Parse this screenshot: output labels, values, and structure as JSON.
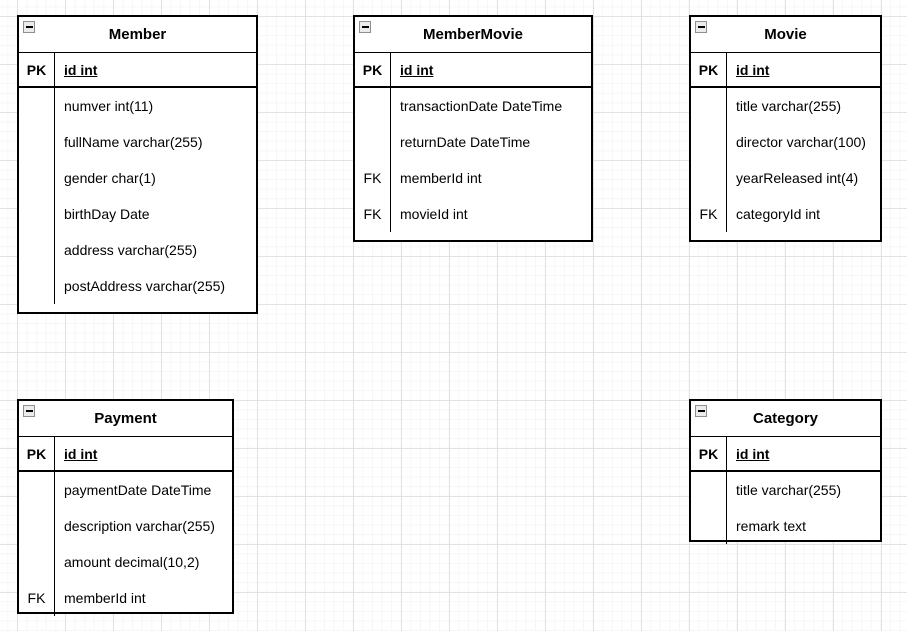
{
  "canvas": {
    "background_color": "#ffffff",
    "grid_minor_color": "#f6f6f6",
    "grid_major_color": "#e2e2e2",
    "border_color": "#000000",
    "text_color": "#000000"
  },
  "tables": [
    {
      "id": "member",
      "title": "Member",
      "pk": {
        "key": "PK",
        "field": "id int"
      },
      "rows": [
        {
          "key": "",
          "field": "numver int(11)"
        },
        {
          "key": "",
          "field": "fullName varchar(255)"
        },
        {
          "key": "",
          "field": "gender char(1)"
        },
        {
          "key": "",
          "field": "birthDay Date"
        },
        {
          "key": "",
          "field": "address varchar(255)"
        },
        {
          "key": "",
          "field": "postAddress varchar(255)"
        }
      ]
    },
    {
      "id": "member-movie",
      "title": "MemberMovie",
      "pk": {
        "key": "PK",
        "field": "id int"
      },
      "rows": [
        {
          "key": "",
          "field": "transactionDate DateTime"
        },
        {
          "key": "",
          "field": "returnDate DateTime"
        },
        {
          "key": "FK",
          "field": "memberId int"
        },
        {
          "key": "FK",
          "field": "movieId int"
        }
      ]
    },
    {
      "id": "movie",
      "title": "Movie",
      "pk": {
        "key": "PK",
        "field": "id int"
      },
      "rows": [
        {
          "key": "",
          "field": "title varchar(255)"
        },
        {
          "key": "",
          "field": "director varchar(100)"
        },
        {
          "key": "",
          "field": "yearReleased int(4)"
        },
        {
          "key": "FK",
          "field": "categoryId int"
        }
      ]
    },
    {
      "id": "payment",
      "title": "Payment",
      "pk": {
        "key": "PK",
        "field": "id int"
      },
      "rows": [
        {
          "key": "",
          "field": "paymentDate DateTime"
        },
        {
          "key": "",
          "field": "description varchar(255)"
        },
        {
          "key": "",
          "field": "amount decimal(10,2)"
        },
        {
          "key": "FK",
          "field": "memberId int"
        }
      ]
    },
    {
      "id": "category",
      "title": "Category",
      "pk": {
        "key": "PK",
        "field": "id int"
      },
      "rows": [
        {
          "key": "",
          "field": "title varchar(255)"
        },
        {
          "key": "",
          "field": "remark text"
        }
      ]
    }
  ]
}
